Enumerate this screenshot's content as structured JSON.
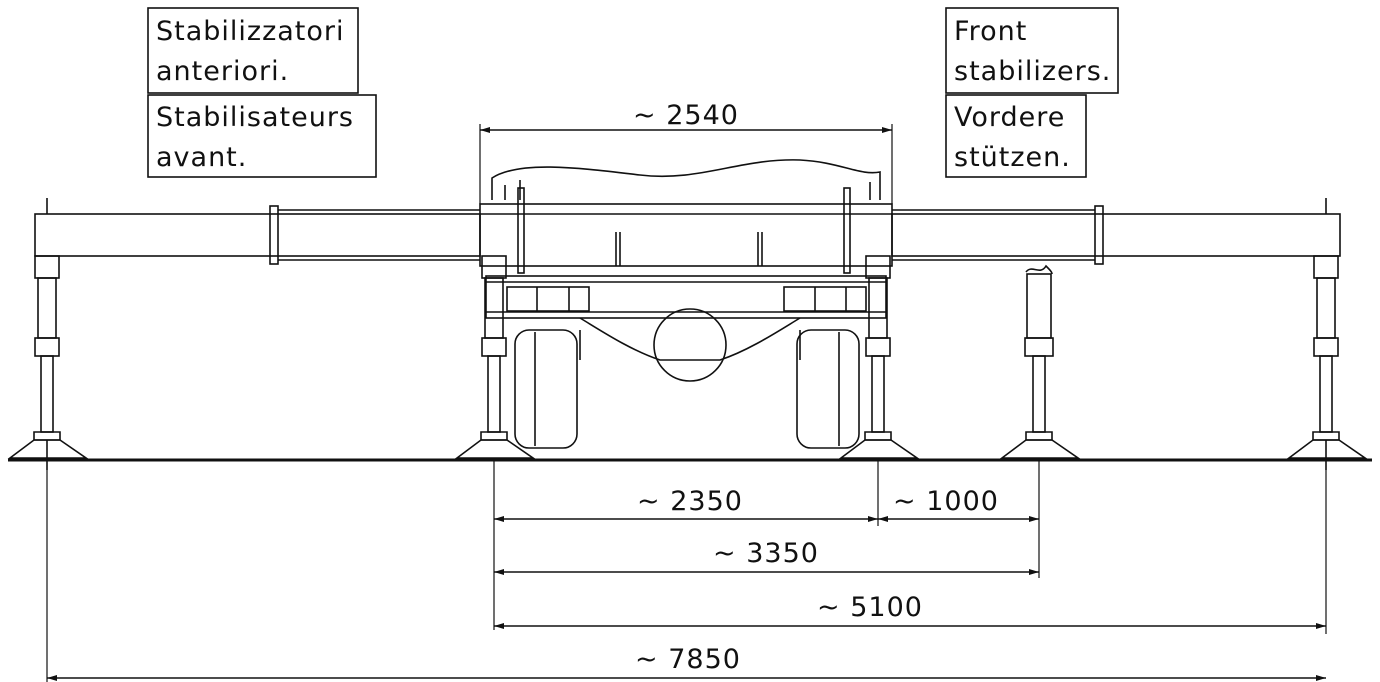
{
  "labels": {
    "it_line1": "Stabilizzatori",
    "it_line2": "anteriori.",
    "fr_line1": "Stabilisateurs",
    "fr_line2": "avant.",
    "en_line1": "Front",
    "en_line2": "stabilizers.",
    "de_line1": "Vordere",
    "de_line2": "stützen."
  },
  "dimensions": {
    "width_truck": "~ 2540",
    "inner_span": "~ 2350",
    "offset_right": "~ 1000",
    "span_3350": "~ 3350",
    "span_5100": "~ 5100",
    "total_span": "~ 7850"
  }
}
